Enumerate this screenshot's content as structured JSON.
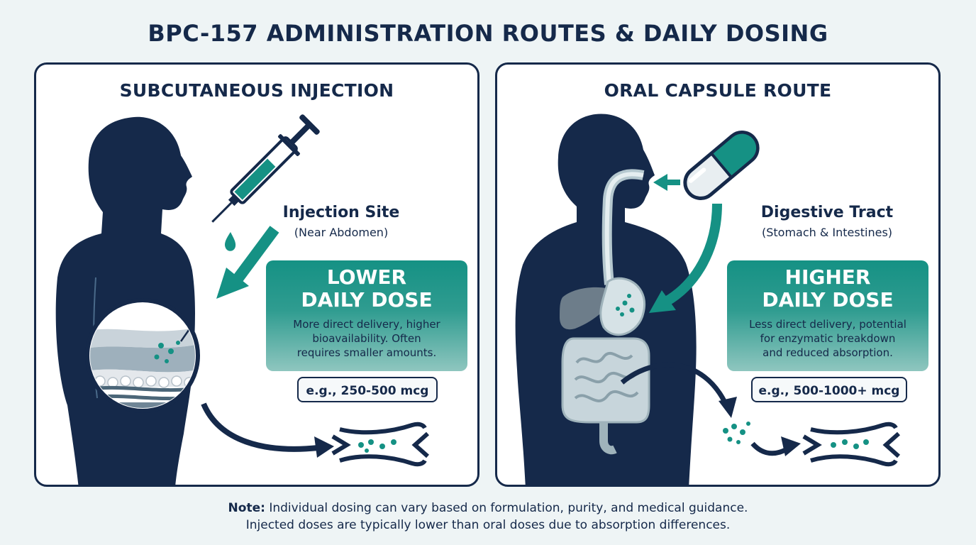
{
  "title": "BPC-157 ADMINISTRATION ROUTES & DAILY DOSING",
  "colors": {
    "navy": "#15294a",
    "teal": "#159184",
    "panel_bg": "#ffffff",
    "page_bg": "#eef4f5"
  },
  "left_panel": {
    "title": "SUBCUTANEOUS INJECTION",
    "site_name": "Injection Site",
    "site_sub": "(Near Abdomen)",
    "dose_head_1": "LOWER",
    "dose_head_2": "DAILY DOSE",
    "desc_1": "More direct delivery, higher",
    "desc_2": "bioavailability. Often",
    "desc_3": "requires smaller amounts.",
    "example": "e.g., 250-500 mcg",
    "icons": [
      "human-silhouette",
      "syringe-icon",
      "droplet-icon",
      "skin-tissue-magnifier",
      "blood-vessel-icon"
    ]
  },
  "right_panel": {
    "title": "ORAL CAPSULE ROUTE",
    "site_name": "Digestive Tract",
    "site_sub": "(Stomach & Intestines)",
    "dose_head_1": "HIGHER",
    "dose_head_2": "DAILY DOSE",
    "desc_1": "Less direct delivery, potential",
    "desc_2": "for enzymatic breakdown",
    "desc_3": "and reduced absorption.",
    "example": "e.g., 500-1000+ mcg",
    "icons": [
      "human-silhouette",
      "capsule-icon",
      "digestive-tract-icon",
      "blood-vessel-icon"
    ]
  },
  "note": {
    "label": "Note:",
    "line1": "Individual dosing can vary based on formulation, purity, and medical guidance.",
    "line2": "Injected doses are typically lower than oral doses due to absorption differences."
  }
}
